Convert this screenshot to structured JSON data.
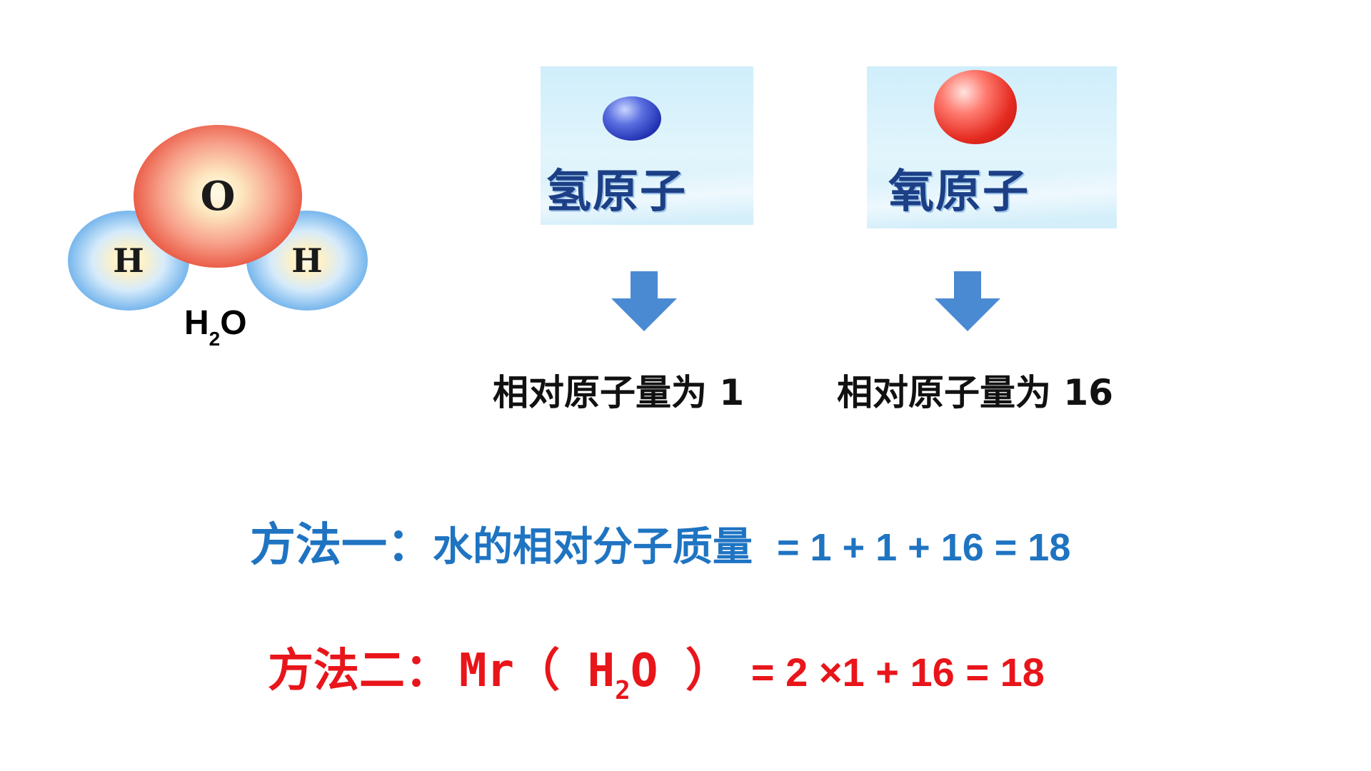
{
  "molecule": {
    "oxygen_label": "O",
    "hydrogen_left_label": "H",
    "hydrogen_right_label": "H",
    "formula_main": "H",
    "formula_sub": "2",
    "formula_tail": "O"
  },
  "cards": {
    "hydrogen": {
      "label": "氢原子"
    },
    "oxygen": {
      "label": "氧原子"
    }
  },
  "masses": {
    "hydrogen": "相对原子量为 1",
    "oxygen": "相对原子量为 16"
  },
  "method1": {
    "lead": "方法一：",
    "desc": "水的相对分子质量",
    "equation": "= 1 + 1 + 16  = 18"
  },
  "method2": {
    "lead": "方法二：",
    "mr_open": "Mr（ H",
    "mr_sub": "2",
    "mr_close": "O ）",
    "equation": "= 2  ×1 + 16 = 18"
  },
  "colors": {
    "method1": "#1f74c2",
    "method2": "#e8151a",
    "arrow": "#4a8ad3",
    "card_label": "#1c3f86"
  }
}
